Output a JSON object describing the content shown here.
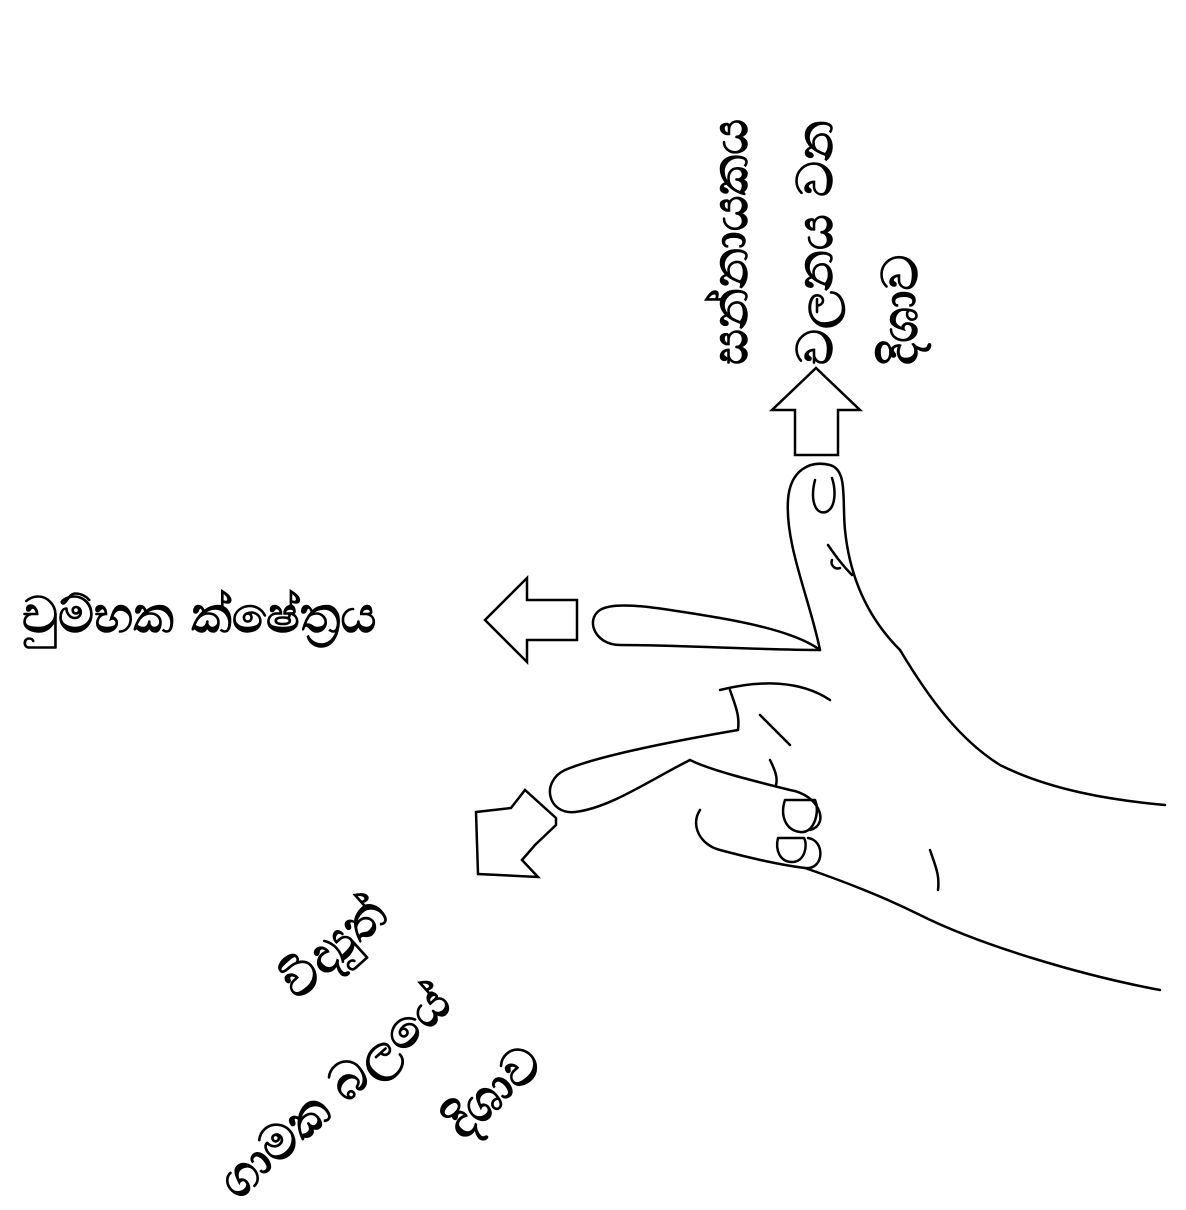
{
  "labels": {
    "field_direction": "චුම්භක ක්ෂේත්‍රය",
    "motion_line1": "සන්නායකය",
    "motion_line2": "චලනය වන",
    "motion_line3": "දිශාව",
    "force_line1": "විද්‍යුත්",
    "force_line2": "ගාමක බලයේ",
    "force_line3": "දිශාව"
  },
  "colors": {
    "ink": "#000000",
    "background": "#ffffff"
  }
}
